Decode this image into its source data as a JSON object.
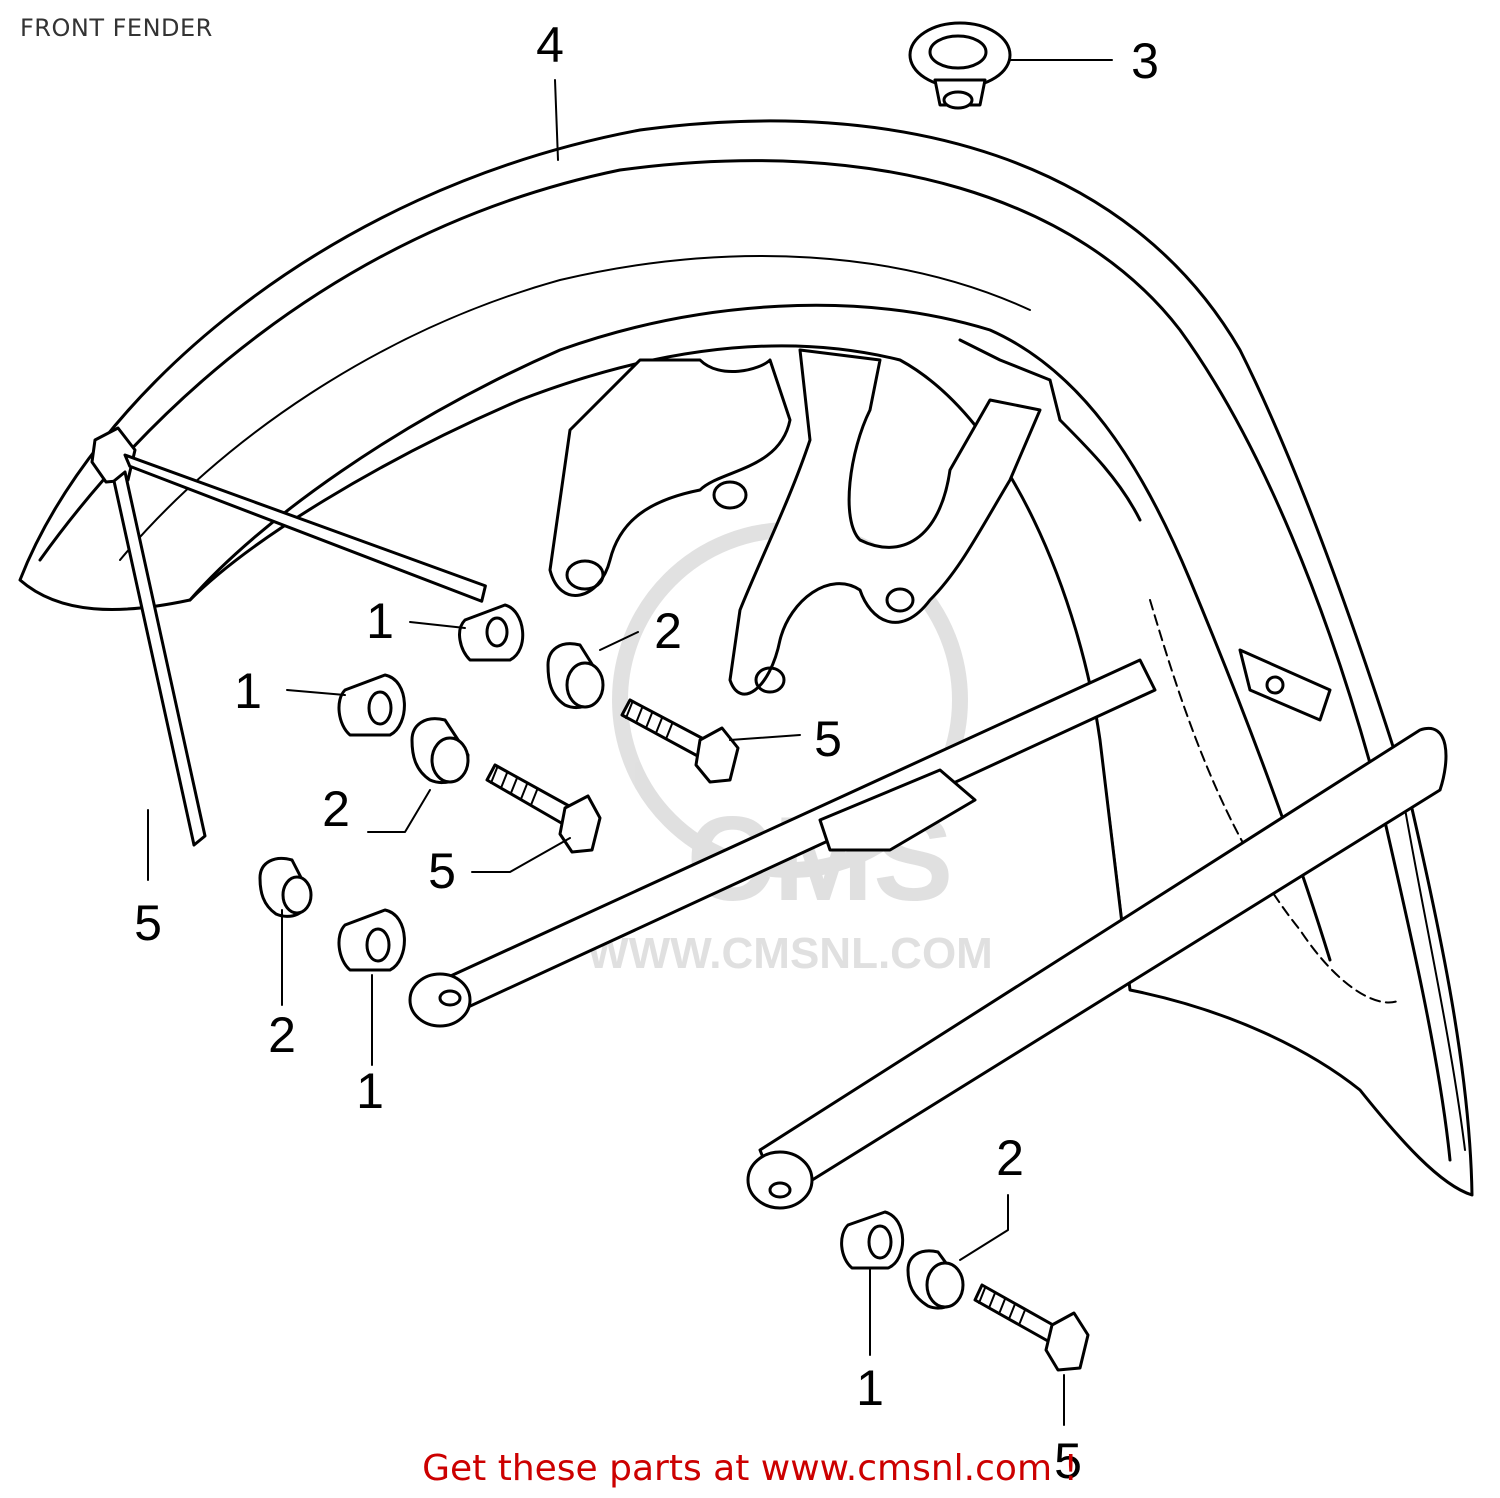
{
  "title": "FRONT FENDER",
  "footer": {
    "text": "Get these parts at www.cmsnl.com !",
    "color": "#cc0000"
  },
  "watermark": {
    "logo_text": "CMS",
    "url_text": "WWW.CMSNL.COM",
    "color": "#c8c8c8"
  },
  "callouts": [
    {
      "id": "c-4-fender",
      "label": "4"
    },
    {
      "id": "c-3-grommet",
      "label": "3"
    },
    {
      "id": "c-1-a",
      "label": "1"
    },
    {
      "id": "c-2-a",
      "label": "2"
    },
    {
      "id": "c-1-b",
      "label": "1"
    },
    {
      "id": "c-5-a",
      "label": "5"
    },
    {
      "id": "c-2-b",
      "label": "2"
    },
    {
      "id": "c-5-b",
      "label": "5"
    },
    {
      "id": "c-5-c",
      "label": "5"
    },
    {
      "id": "c-2-c",
      "label": "2"
    },
    {
      "id": "c-1-c",
      "label": "1"
    },
    {
      "id": "c-2-d",
      "label": "2"
    },
    {
      "id": "c-1-d",
      "label": "1"
    },
    {
      "id": "c-5-d",
      "label": "5"
    }
  ]
}
